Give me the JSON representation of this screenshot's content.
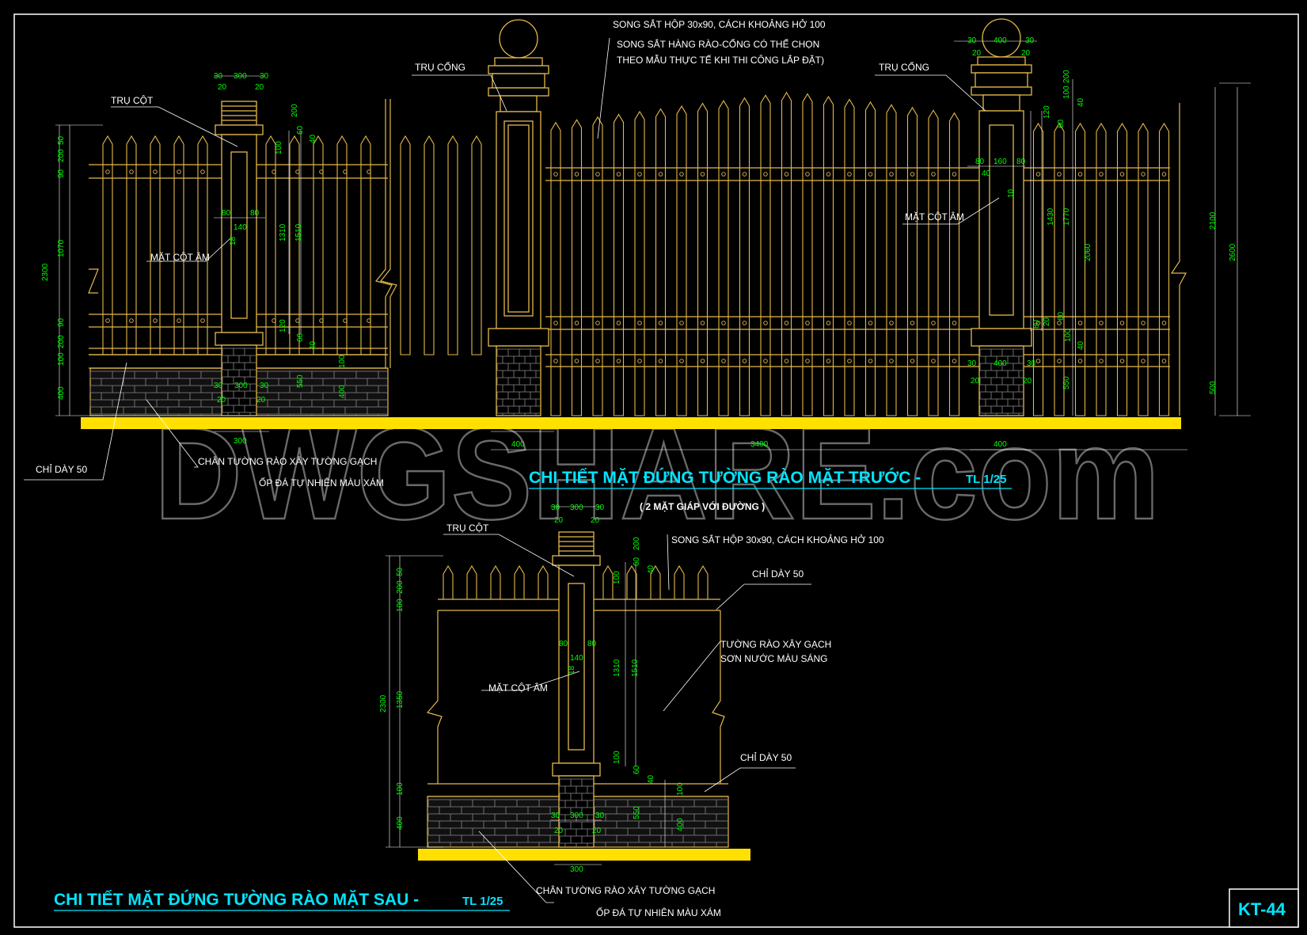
{
  "sheet_code": "KT-44",
  "watermark": "DWGSHARE.com",
  "colors": {
    "fence": "#e5b84a",
    "slab": "#ffe000",
    "dim": "#00ff00",
    "label": "#ffffff",
    "title": "#00e5ff",
    "brick": "#8a8a8a"
  },
  "front": {
    "title": "CHI TIẾT MẶT ĐỨNG TƯỜNG RÀO MẶT TRƯỚC -",
    "scale": "TL 1/25",
    "subtitle": "( 2 MẶT GIÁP VỚI ĐƯỜNG )",
    "labels": {
      "tru_cot": "TRỤ CỘT",
      "tru_cong_left": "TRỤ CỔNG",
      "tru_cong_right": "TRỤ CỔNG",
      "song_sat": "SONG SẮT HỘP 30x90, CÁCH KHOẢNG HỞ 100",
      "song_sat_2": "SONG SẮT HÀNG RÀO-CỔNG CÓ THỂ CHỌN",
      "song_sat_3": "THEO MẪU THỰC TẾ KHI THI CÔNG LẮP ĐẶT)",
      "mat_cot_am_left": "MẶT CỘT ÂM",
      "mat_cot_am_right": "MẶT CỘT ÂM",
      "chi_day": "CHỈ DÀY 50",
      "chan_tuong": "CHÂN TƯỜNG RÀO XÂY TƯỜNG GẠCH",
      "op_da": "ỐP ĐÁ TỰ NHIÊN MÀU XÁM"
    },
    "dims": {
      "d30a": "30",
      "d300": "300",
      "d30b": "30",
      "d20a": "20",
      "d20b": "20",
      "d200": "200",
      "d60": "60",
      "d40": "40",
      "d100": "100",
      "l50": "50",
      "l200": "200",
      "l90": "90",
      "l1070": "1070",
      "l2300": "2300",
      "l90b": "90",
      "l200b": "200",
      "l100": "100",
      "l400": "400",
      "c80a": "80",
      "c80b": "80",
      "c140": "140",
      "c18": "18",
      "c1310": "1310",
      "c1510": "1510",
      "b120": "120",
      "b60": "60",
      "b40": "40",
      "b100": "100",
      "base30a": "30",
      "base300": "300",
      "base30b": "30",
      "base20a": "20",
      "base20b": "20",
      "base550": "550",
      "base400": "400",
      "base100": "100",
      "bot300": "300",
      "bot400": "400",
      "bot3400": "3400",
      "bot400b": "400",
      "r30a": "30",
      "r400": "400",
      "r30b": "30",
      "r20a": "20",
      "r20b": "20",
      "r200": "200",
      "r100": "100",
      "r40": "40",
      "r120": "120",
      "r60": "60",
      "r80a": "80",
      "r160": "160",
      "r80b": "80",
      "r40b": "40",
      "r10": "10",
      "r1430": "1430",
      "r1770": "1770",
      "r2060": "2060",
      "r2100": "2100",
      "r2600": "2600",
      "r500": "500",
      "r550": "550",
      "rb30a": "30",
      "rb400": "400",
      "rb30b": "30",
      "rb20a": "20",
      "rb20b": "20",
      "rb60": "60",
      "rb100": "100",
      "rb40": "40",
      "rb20c": "20",
      "rb80": "80"
    }
  },
  "back": {
    "title": "CHI TIẾT MẶT ĐỨNG TƯỜNG RÀO MẶT SAU -",
    "scale": "TL 1/25",
    "labels": {
      "tru_cot": "TRỤ CỘT",
      "song_sat": "SONG SẮT HỘP 30x90, CÁCH KHOẢNG HỞ 100",
      "chi_day_top": "CHỈ DÀY 50",
      "tuong_rao": "TƯỜNG RÀO XÂY GẠCH",
      "son_nuoc": "SƠN NƯỚC MÀU SÁNG",
      "mat_cot_am": "MẶT CỘT ÂM",
      "chi_day_bot": "CHỈ DÀY 50",
      "chan_tuong": "CHÂN TƯỜNG RÀO XÂY TƯỜNG GẠCH",
      "op_da": "ỐP ĐÁ TỰ NHIÊN MÀU XÁM"
    },
    "dims": {
      "t30a": "30",
      "t300": "300",
      "t30b": "30",
      "t20a": "20",
      "t20b": "20",
      "t200": "200",
      "t60": "60",
      "t40": "40",
      "t100": "100",
      "l50": "50",
      "l200": "200",
      "l100": "100",
      "l2300": "2300",
      "l1350": "1350",
      "l100b": "100",
      "l400": "400",
      "c80a": "80",
      "c80b": "80",
      "c140": "140",
      "c18": "18",
      "c1310": "1310",
      "c1510": "1510",
      "m100": "100",
      "m60": "60",
      "m40": "40",
      "r100": "100",
      "r400": "400",
      "b30a": "30",
      "b300": "300",
      "b30b": "30",
      "b20a": "20",
      "b20b": "20",
      "b550": "550",
      "bot300": "300"
    }
  }
}
